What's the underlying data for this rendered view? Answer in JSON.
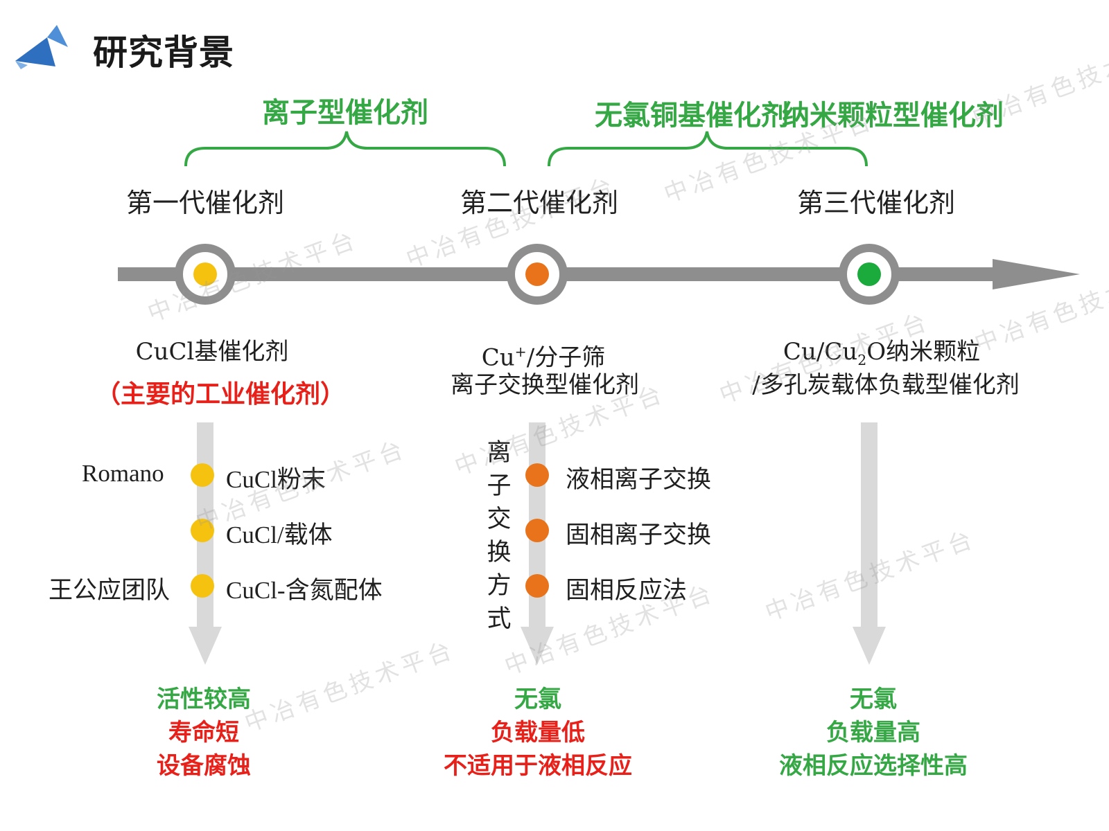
{
  "title": "研究背景",
  "groups": {
    "ionic": "离子型催化剂",
    "chlorine_free": "无氯铜基催化剂",
    "nano": "纳米颗粒型催化剂"
  },
  "generations": [
    "第一代催化剂",
    "第二代催化剂",
    "第三代催化剂"
  ],
  "gen1": {
    "name": "CuCl基催化剂",
    "note": "（主要的工业催化剂）",
    "items": [
      "CuCl粉末",
      "CuCl/载体",
      "CuCl-含氮配体"
    ],
    "side_labels": [
      "Romano",
      "王公应团队"
    ],
    "results": [
      "活性较高",
      "寿命短",
      "设备腐蚀"
    ]
  },
  "gen2": {
    "name_pre": "Cu",
    "name_sup": "+",
    "name_post": "/分子筛",
    "name_line2": "离子交换型催化剂",
    "vertical_label": "离子交换方式",
    "items": [
      "液相离子交换",
      "固相离子交换",
      "固相反应法"
    ],
    "results": [
      "无氯",
      "负载量低",
      "不适用于液相反应"
    ]
  },
  "gen3": {
    "name_pre": "Cu/Cu",
    "name_sub": "2",
    "name_post": "O纳米颗粒",
    "name_line2": "/多孔炭载体负载型催化剂",
    "results": [
      "无氯",
      "负载量高",
      "液相反应选择性高"
    ]
  },
  "watermark": "中冶有色技术平台",
  "colors": {
    "gen1": "#f6c210",
    "gen2": "#e8731a",
    "gen3": "#1aab3c",
    "green_text": "#35a845",
    "red_text": "#e8201a",
    "timeline": "#8e8e8e"
  }
}
